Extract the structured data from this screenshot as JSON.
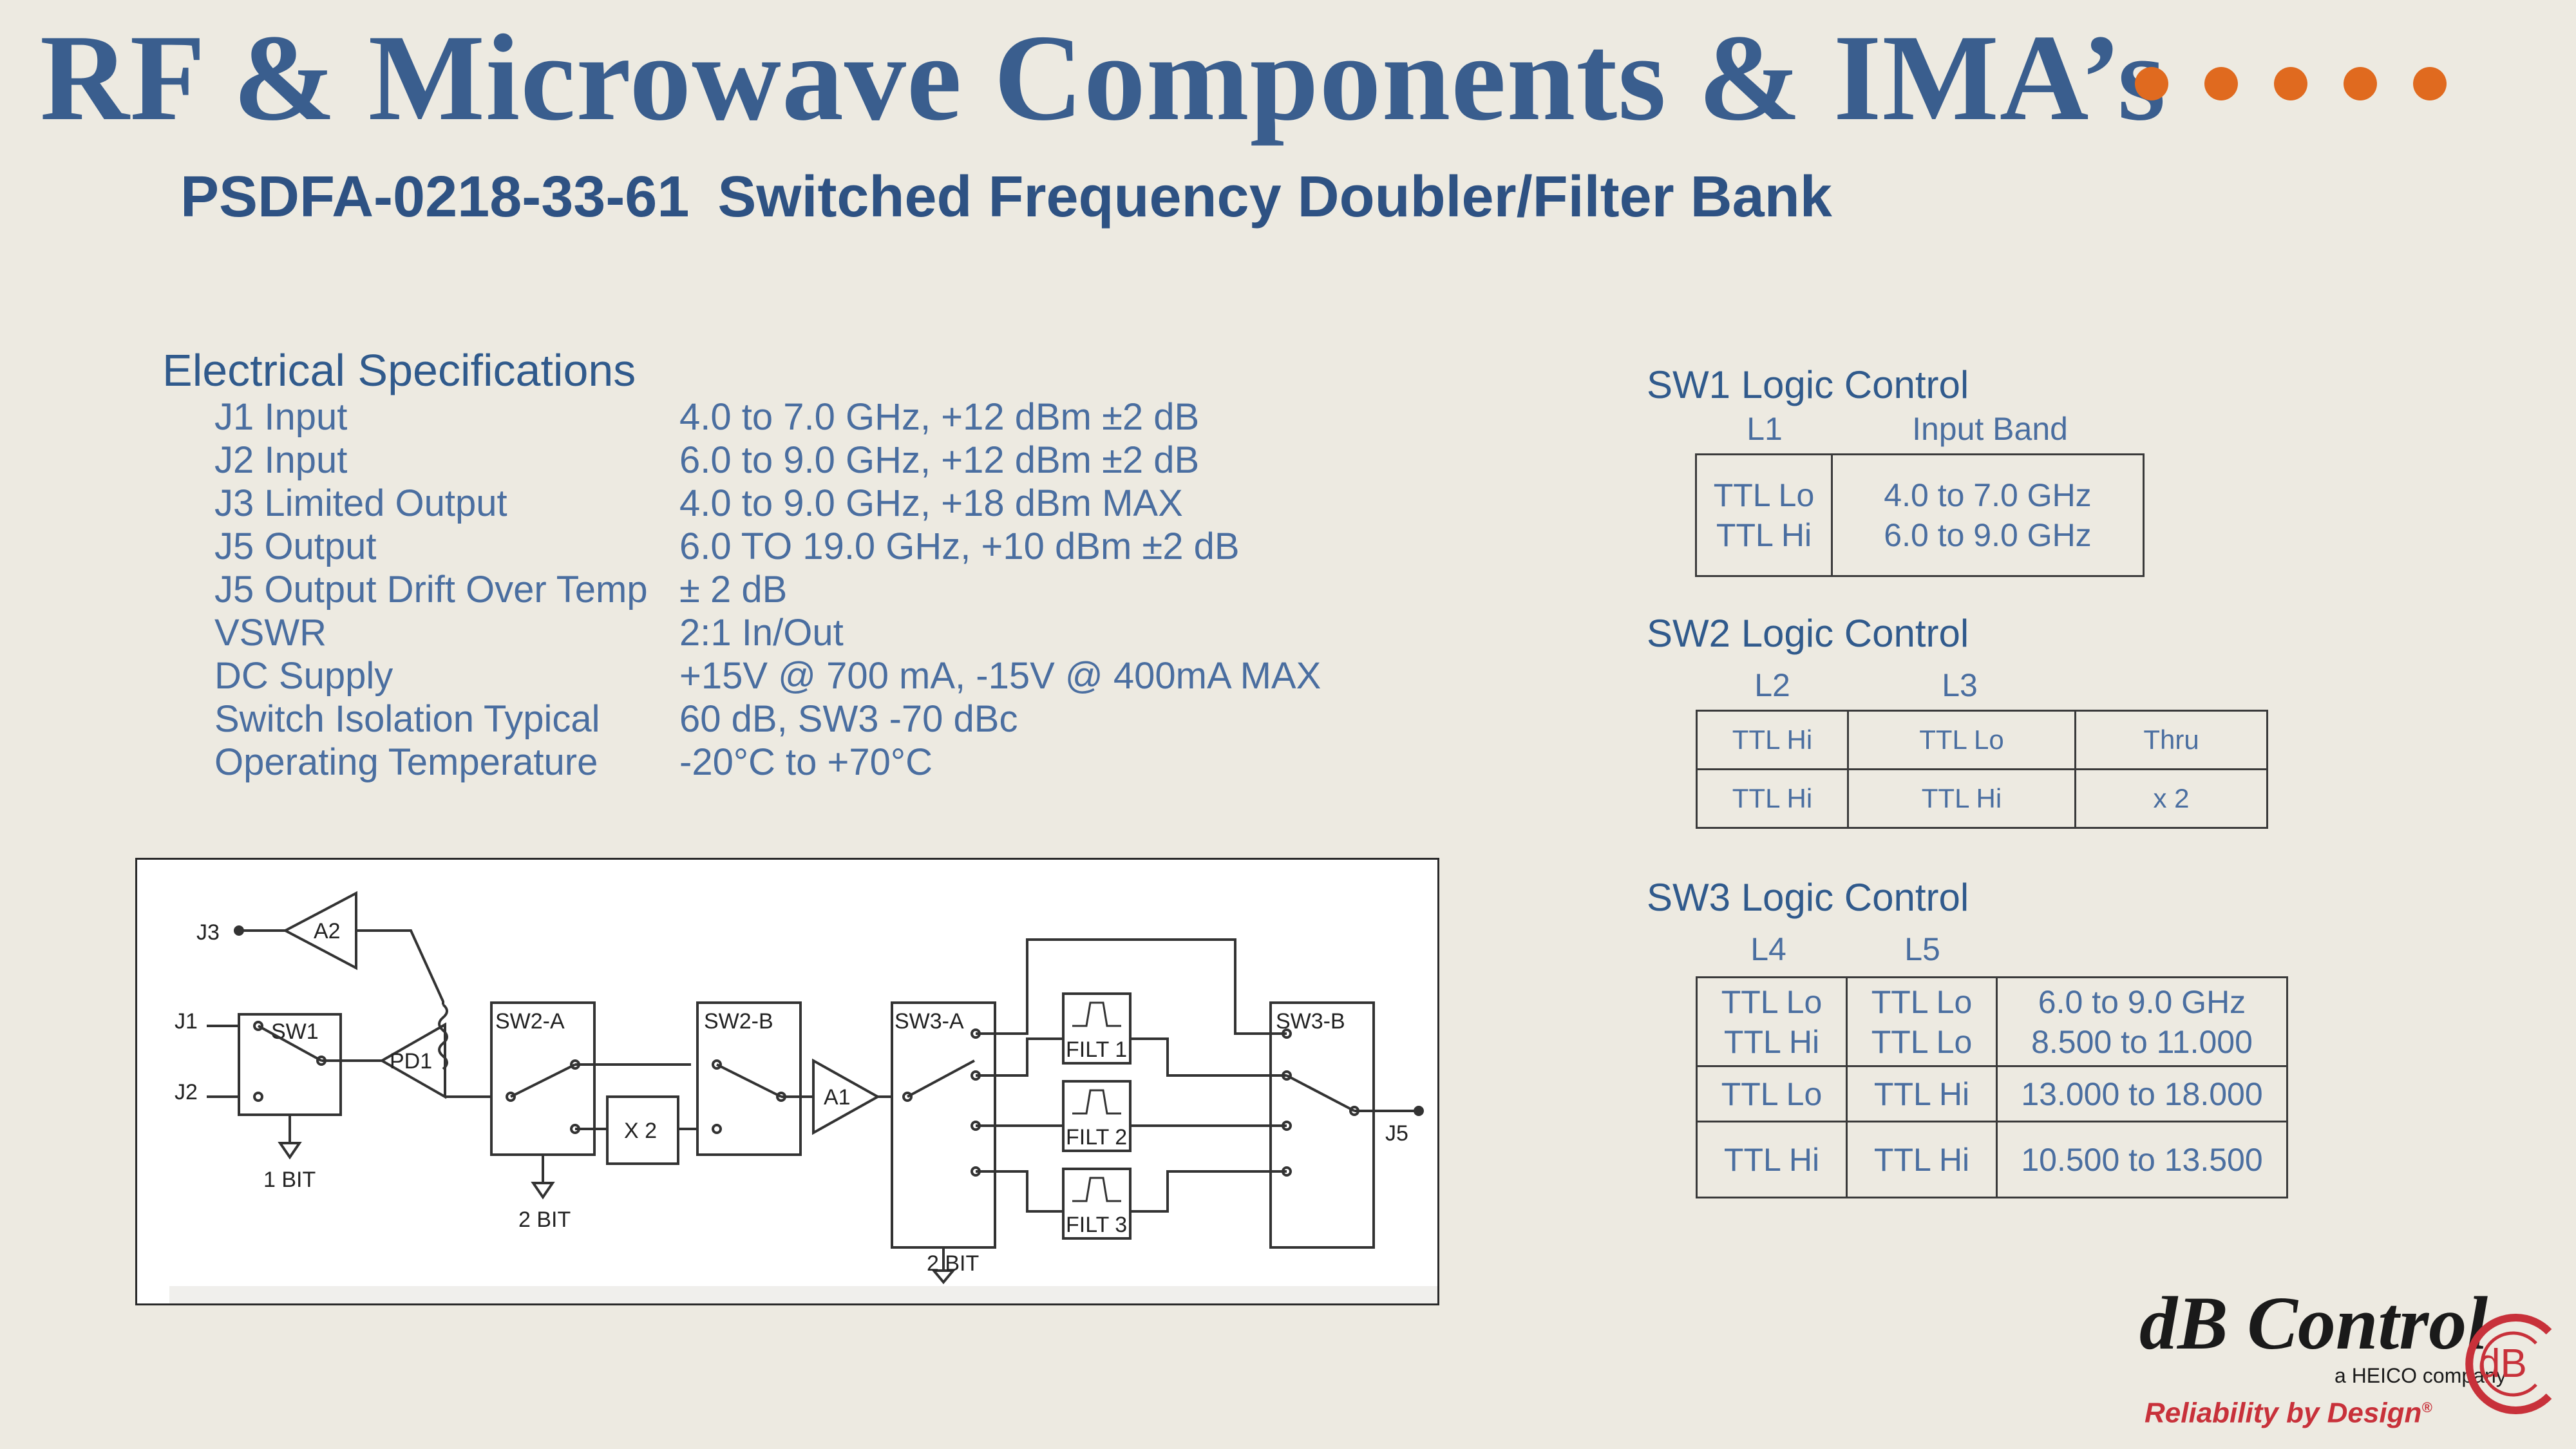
{
  "header": {
    "title": "RF & Microwave Components & IMA’s",
    "part_number": "PSDFA-0218-33-61",
    "description": "Switched Frequency Doubler/Filter Bank",
    "accent_color": "#e06a1f"
  },
  "specs": {
    "heading": "Electrical Specifications",
    "rows": [
      {
        "label": "J1 Input",
        "value": "4.0 to 7.0 GHz, +12 dBm ±2 dB"
      },
      {
        "label": "J2 Input",
        "value": "6.0 to 9.0 GHz, +12 dBm ±2 dB"
      },
      {
        "label": "J3 Limited Output",
        "value": "4.0 to 9.0 GHz, +18 dBm MAX"
      },
      {
        "label": "J5 Output",
        "value": "6.0 TO 19.0 GHz, +10 dBm ±2 dB"
      },
      {
        "label": "J5 Output Drift Over Temp",
        "value": "± 2 dB"
      },
      {
        "label": "VSWR",
        "value": "2:1 In/Out"
      },
      {
        "label": "DC Supply",
        "value": "+15V @ 700 mA, -15V @ 400mA MAX"
      },
      {
        "label": "Switch Isolation Typical",
        "value": "60 dB, SW3 -70 dBc"
      },
      {
        "label": "Operating Temperature",
        "value": "-20°C to +70°C"
      }
    ]
  },
  "diagram": {
    "labels": {
      "j3": "J3",
      "j1": "J1",
      "j2": "J2",
      "j5": "J5",
      "a2": "A2",
      "a1": "A1",
      "sw1": "SW1",
      "pd1": "PD1",
      "sw2a": "SW2-A",
      "sw2b": "SW2-B",
      "sw3a": "SW3-A",
      "sw3b": "SW3-B",
      "x2": "X 2",
      "filt1": "FILT 1",
      "filt2": "FILT 2",
      "filt3": "FILT 3",
      "bit1": "1 BIT",
      "bit2a": "2 BIT",
      "bit2b": "2 BIT"
    }
  },
  "sw1": {
    "heading": "SW1 Logic Control",
    "col_l1": "L1",
    "col_band": "Input Band",
    "states": [
      "TTL Lo",
      "TTL Hi"
    ],
    "bands": [
      "4.0 to 7.0 GHz",
      "6.0 to 9.0 GHz"
    ]
  },
  "sw2": {
    "heading": "SW2 Logic Control",
    "col_l2": "L2",
    "col_l3": "L3",
    "rows": [
      {
        "l2": "TTL Hi",
        "l3": "TTL Lo",
        "mode": "Thru"
      },
      {
        "l2": "TTL Hi",
        "l3": "TTL Hi",
        "mode": "x 2"
      }
    ]
  },
  "sw3": {
    "heading": "SW3 Logic Control",
    "col_l4": "L4",
    "col_l5": "L5",
    "rows": [
      {
        "l4a": "TTL Lo",
        "l4b": "TTL Hi",
        "l5a": "TTL Lo",
        "l5b": "TTL Lo",
        "fa": "6.0 to 9.0 GHz",
        "fb": "8.500 to 11.000"
      },
      {
        "l4": "TTL Lo",
        "l5": "TTL Hi",
        "f": "13.000 to 18.000"
      },
      {
        "l4": "TTL Hi",
        "l5": "TTL Hi",
        "f": "10.500 to 13.500"
      }
    ]
  },
  "logo": {
    "name": "dB Control",
    "company": "a HEICO company",
    "tagline": "Reliability by Design",
    "mark": "dB",
    "brand_color": "#c8313a"
  }
}
